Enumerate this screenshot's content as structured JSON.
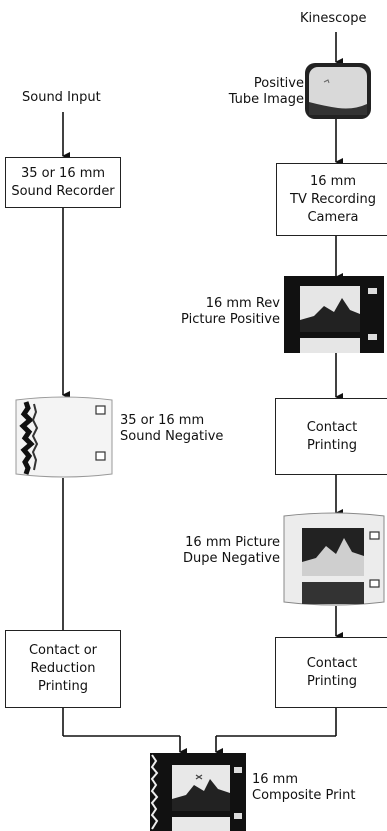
{
  "left_column": {
    "input_label": "Sound Input",
    "recorder_box": [
      "35 or 16 mm",
      "Sound Recorder"
    ],
    "sound_negative_label": [
      "35 or 16 mm",
      "Sound Negative"
    ],
    "printing_box": [
      "Contact or",
      "Reduction",
      "Printing"
    ]
  },
  "right_column": {
    "source_label": "Kinescope",
    "tube_label": [
      "Positive",
      "Tube Image"
    ],
    "camera_box": [
      "16 mm",
      "TV Recording",
      "Camera"
    ],
    "rev_positive_label": [
      "16 mm Rev",
      "Picture Positive"
    ],
    "contact_printing_1": [
      "Contact",
      "Printing"
    ],
    "dupe_negative_label": [
      "16 mm Picture",
      "Dupe Negative"
    ],
    "contact_printing_2": [
      "Contact",
      "Printing"
    ]
  },
  "output": {
    "composite_label": [
      "16 mm",
      "Composite Print"
    ]
  }
}
